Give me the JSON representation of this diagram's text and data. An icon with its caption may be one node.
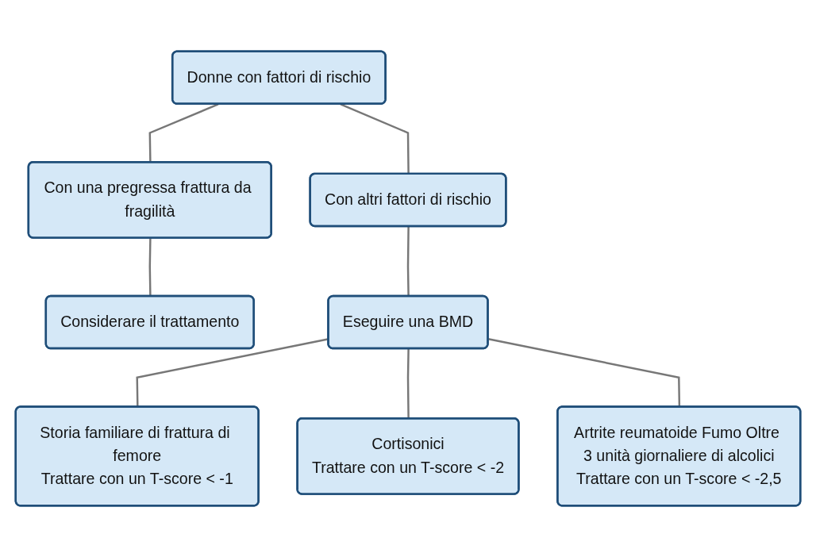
{
  "diagram": {
    "nodes": [
      {
        "text": [
          "Donne con fattori di rischio"
        ]
      },
      {
        "text": [
          "Con una pregressa frattura da fragilità"
        ]
      },
      {
        "text": [
          "Con altri fattori di rischio"
        ]
      },
      {
        "text": [
          "Considerare il trattamento"
        ]
      },
      {
        "text": [
          "Eseguire una BMD"
        ]
      },
      {
        "text": [
          "Storia familiare di frattura di femore",
          "Trattare con un T-score < -1"
        ]
      },
      {
        "text": [
          "Cortisonici",
          "Trattare con un T-score < -2"
        ]
      },
      {
        "text": [
          "Artrite reumatoide Fumo Oltre 3 unità giornaliere di alcolici",
          "Trattare con un T-score < -2,5"
        ]
      }
    ],
    "edges": [
      {
        "from": 0,
        "to": 1,
        "arrow": "none"
      },
      {
        "from": 0,
        "to": 2,
        "arrow": "none"
      },
      {
        "from": 1,
        "to": 3,
        "arrow": "none"
      },
      {
        "from": 2,
        "to": 4,
        "arrow": "none"
      },
      {
        "from": 4,
        "to": 5,
        "arrow": "none"
      },
      {
        "from": 4,
        "to": 6,
        "arrow": "none"
      },
      {
        "from": 4,
        "to": 7,
        "arrow": "none"
      }
    ]
  }
}
